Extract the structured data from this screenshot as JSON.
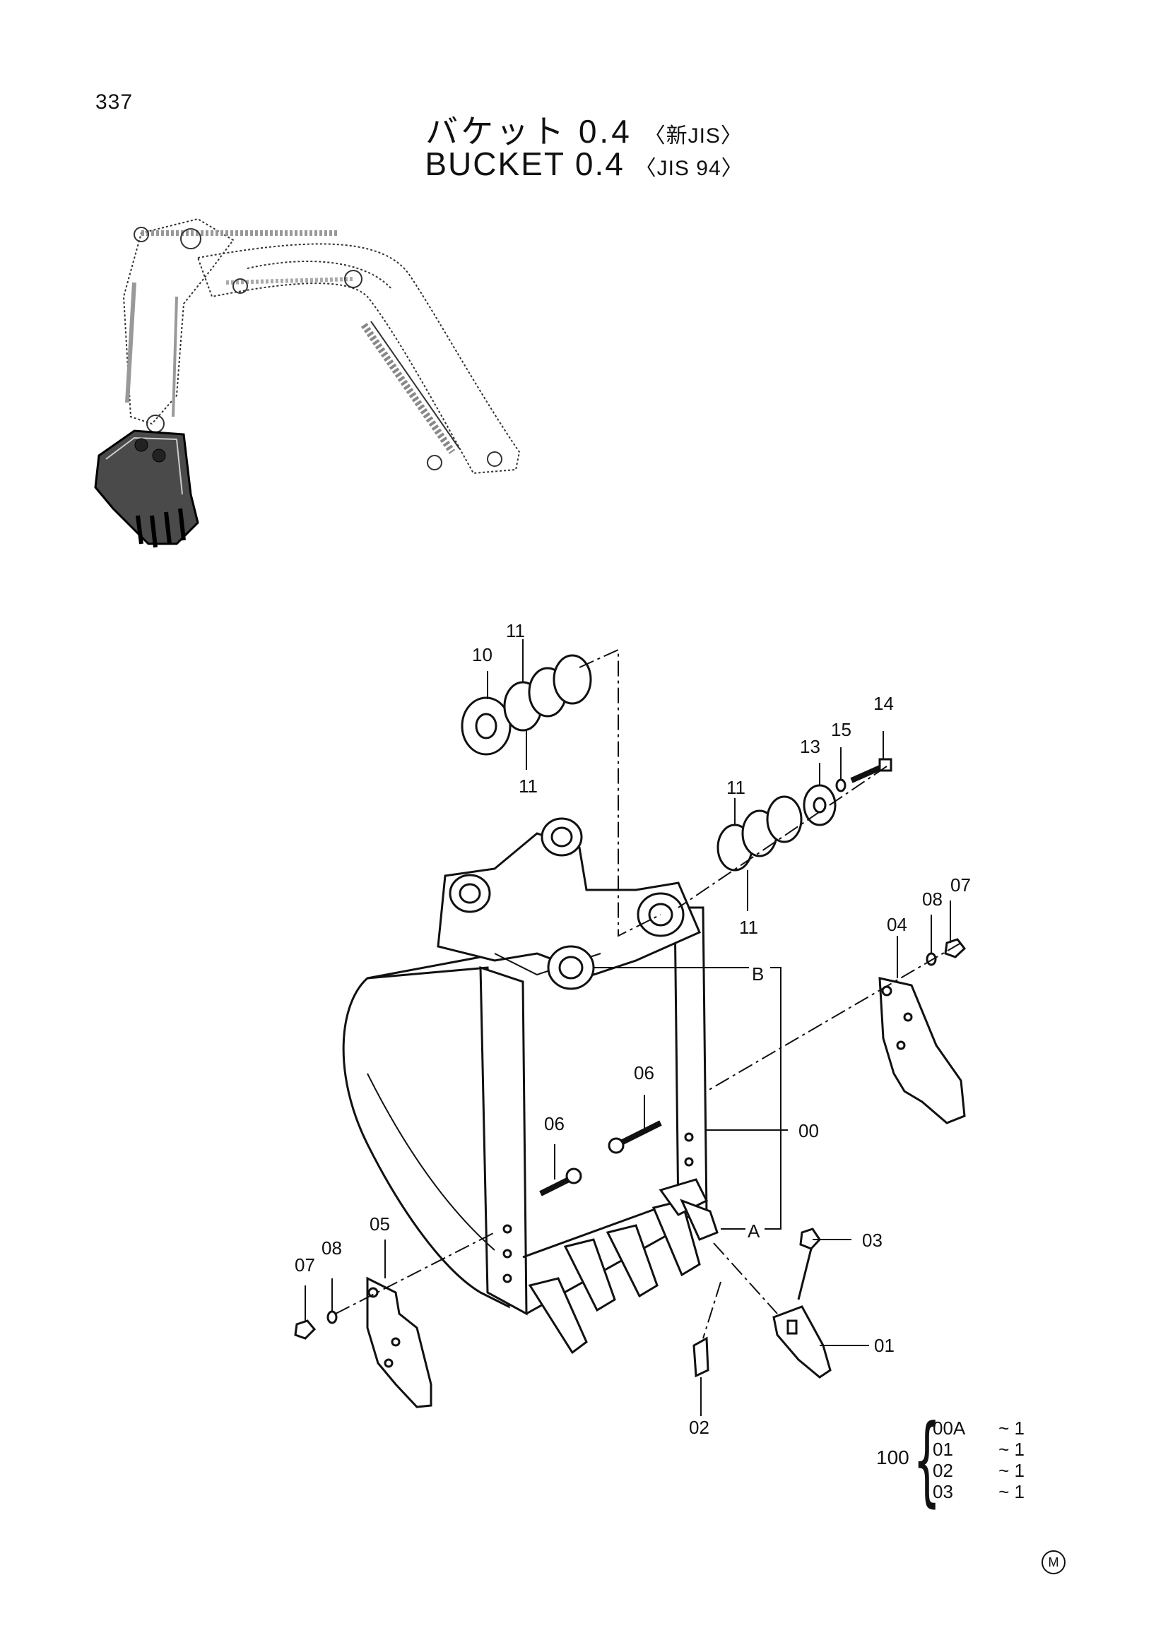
{
  "page_number": "337",
  "title": {
    "jp_main": "バケット 0.4",
    "jp_std": "〈新JIS〉",
    "en_main": "BUCKET  0.4",
    "en_std": "〈JIS 94〉"
  },
  "callouts": {
    "c00": "00",
    "c01": "01",
    "c02": "02",
    "c03": "03",
    "c04": "04",
    "c05": "05",
    "c06a": "06",
    "c06b": "06",
    "c07a": "07",
    "c07b": "07",
    "c08a": "08",
    "c08b": "08",
    "c10": "10",
    "c11a": "11",
    "c11b": "11",
    "c11c": "11",
    "c11d": "11",
    "c13": "13",
    "c14": "14",
    "c15": "15",
    "refA": "A",
    "refB": "B"
  },
  "kit": {
    "number": "100",
    "items": [
      {
        "code": "00A",
        "qty": "~ 1"
      },
      {
        "code": "01",
        "qty": "~ 1"
      },
      {
        "code": "02",
        "qty": "~ 1"
      },
      {
        "code": "03",
        "qty": "~ 1"
      }
    ]
  },
  "mark": "M"
}
